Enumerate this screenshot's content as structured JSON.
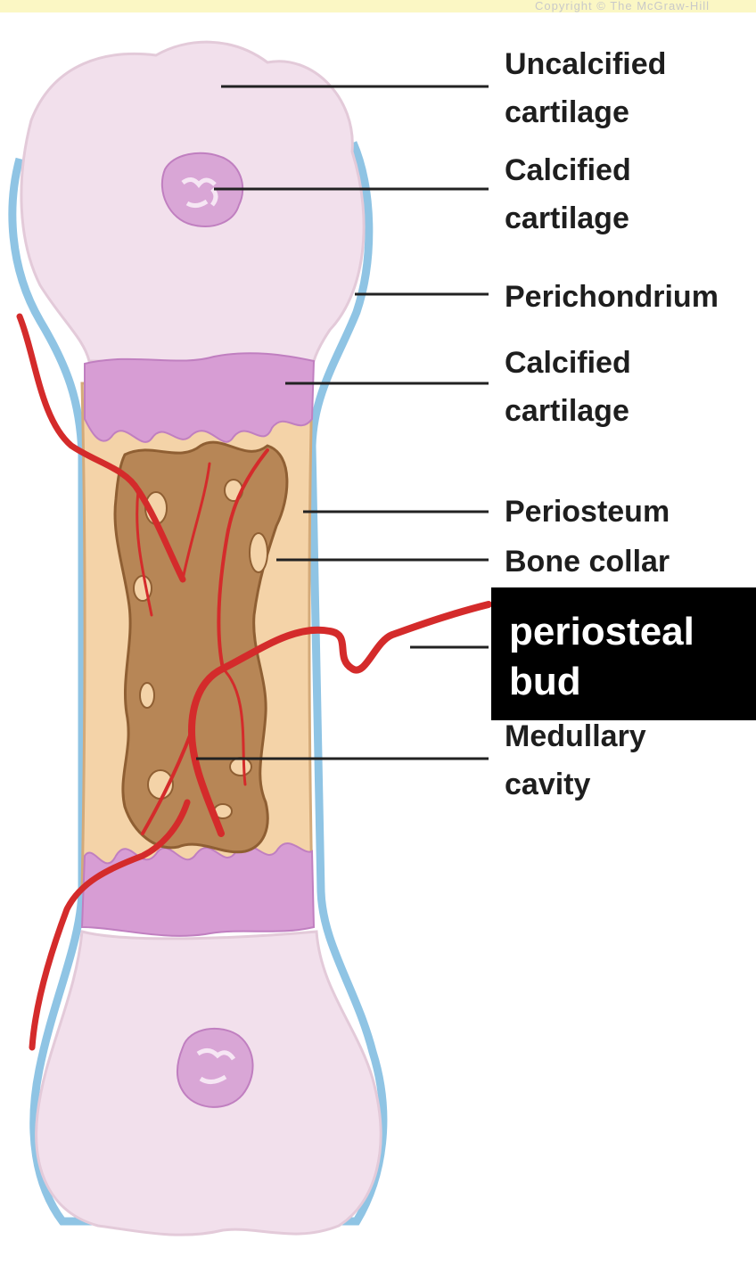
{
  "copyright_text": "Copyright © The McGraw-Hill",
  "labels": {
    "uncalcified_cartilage": "Uncalcified\ncartilage",
    "calcified_cartilage_epiphysis": "Calcified\ncartilage",
    "perichondrium": "Perichondrium",
    "calcified_cartilage_metaphysis": "Calcified\ncartilage",
    "periosteum": "Periosteum",
    "bone_collar": "Bone collar",
    "medullary_cavity": "Medullary\ncavity"
  },
  "callout": {
    "text": "periosteal\nbud"
  },
  "colors": {
    "cartilage": "#f2e0ec",
    "calcified_nodule": "#d9a6d6",
    "calcified_cartilage": "#d79dd4",
    "bone_collar": "#f4d3a8",
    "medullary_cavity": "#b78656",
    "perichondrium": "#8fc4e4",
    "blood_vessel": "#d42b2b",
    "callout_background": "#000000",
    "callout_text": "#ffffff"
  }
}
